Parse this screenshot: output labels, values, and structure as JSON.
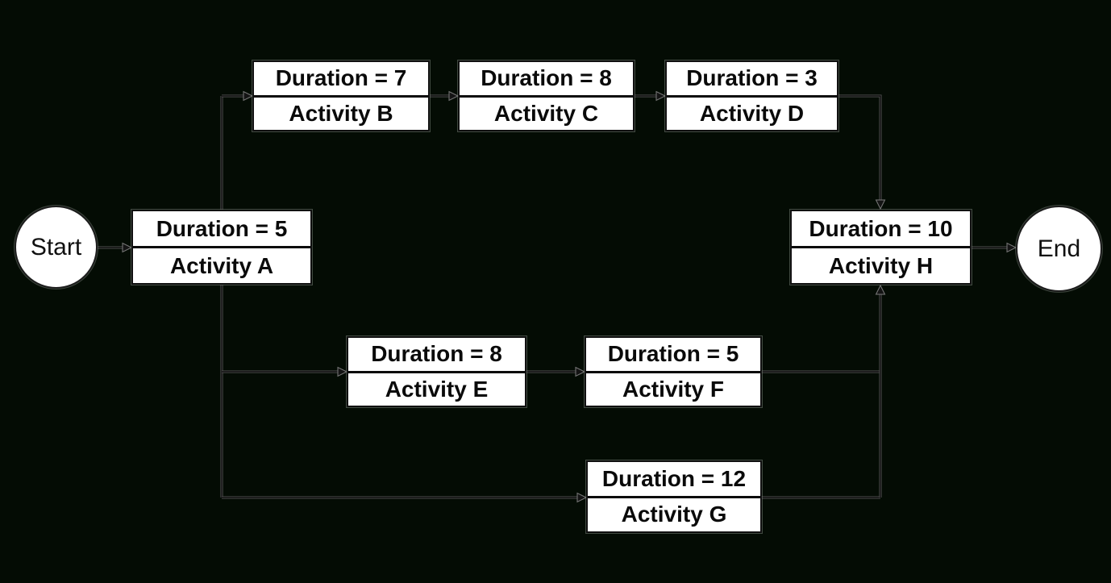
{
  "diagram": {
    "type": "activity-on-node-network",
    "background_color": "#040C04",
    "node_fill_color": "#FFFFFF",
    "text_color": "#0A0A0A",
    "connector_color": "#585858",
    "start": {
      "label": "Start"
    },
    "end": {
      "label": "End"
    },
    "activities": [
      {
        "id": "A",
        "duration": 5,
        "duration_label": "Duration = 5",
        "name_label": "Activity A"
      },
      {
        "id": "B",
        "duration": 7,
        "duration_label": "Duration = 7",
        "name_label": "Activity B"
      },
      {
        "id": "C",
        "duration": 8,
        "duration_label": "Duration = 8",
        "name_label": "Activity C"
      },
      {
        "id": "D",
        "duration": 3,
        "duration_label": "Duration = 3",
        "name_label": "Activity D"
      },
      {
        "id": "E",
        "duration": 8,
        "duration_label": "Duration = 8",
        "name_label": "Activity E"
      },
      {
        "id": "F",
        "duration": 5,
        "duration_label": "Duration = 5",
        "name_label": "Activity F"
      },
      {
        "id": "G",
        "duration": 12,
        "duration_label": "Duration = 12",
        "name_label": "Activity G"
      },
      {
        "id": "H",
        "duration": 10,
        "duration_label": "Duration = 10",
        "name_label": "Activity H"
      }
    ],
    "edges": [
      {
        "from": "Start",
        "to": "A"
      },
      {
        "from": "A",
        "to": "B"
      },
      {
        "from": "A",
        "to": "E"
      },
      {
        "from": "A",
        "to": "G"
      },
      {
        "from": "B",
        "to": "C"
      },
      {
        "from": "C",
        "to": "D"
      },
      {
        "from": "D",
        "to": "H"
      },
      {
        "from": "E",
        "to": "F"
      },
      {
        "from": "F",
        "to": "H"
      },
      {
        "from": "G",
        "to": "H"
      },
      {
        "from": "H",
        "to": "End"
      }
    ]
  }
}
